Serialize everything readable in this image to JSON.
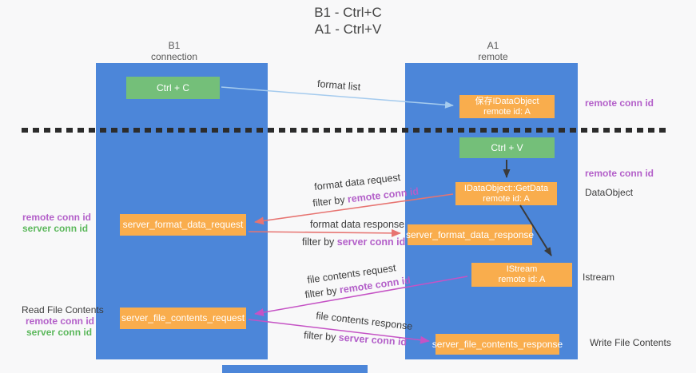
{
  "title": {
    "line1": "B1 - Ctrl+C",
    "line2": "A1 - Ctrl+V"
  },
  "lanes": {
    "left": {
      "name": "B1",
      "subtitle": "connection"
    },
    "right": {
      "name": "A1",
      "subtitle": "remote"
    }
  },
  "nodes": {
    "ctrl_c": {
      "label": "Ctrl + C"
    },
    "save_dataobject": {
      "line1": "保存IDataObject",
      "line2": "remote id: A"
    },
    "ctrl_v": {
      "label": "Ctrl + V"
    },
    "getdata": {
      "line1": "IDataObject::GetData",
      "line2": "remote id: A"
    },
    "format_request": {
      "label": "server_format_data_request"
    },
    "format_response": {
      "label": "server_format_data_response"
    },
    "istream": {
      "line1": "IStream",
      "line2": "remote id: A"
    },
    "file_request": {
      "label": "server_file_contents_request"
    },
    "file_response": {
      "label": "server_file_contents_response"
    }
  },
  "flow_labels": {
    "format_list": "format list",
    "format_data_request": "format data request",
    "format_data_response": "format data response",
    "file_contents_request": "file contents request",
    "file_contents_response": "file contents response",
    "filter_by": "filter by ",
    "remote_conn_id": "remote conn id",
    "server_conn_id": "server conn id"
  },
  "side_labels": {
    "left": [
      {
        "text": "remote conn id"
      },
      {
        "text": "server conn id"
      },
      {
        "text": "Read File Contents"
      },
      {
        "text": "remote conn id"
      },
      {
        "text": "server conn id"
      }
    ],
    "right": [
      {
        "text": "remote conn id"
      },
      {
        "text": "remote conn id"
      },
      {
        "text": "DataObject"
      },
      {
        "text": "Istream"
      },
      {
        "text": "Write File Contents"
      }
    ]
  },
  "colors": {
    "lane_blue": "#4c86d9",
    "node_green": "#74bf79",
    "node_orange": "#f9ad4d",
    "arrow_red": "#e77471",
    "arrow_magenta": "#c553c5",
    "arrow_light_blue": "#a5cbee",
    "arrow_black": "#3a3a3a",
    "label_purple": "#b35fc9",
    "label_green": "#5cb85c",
    "dashed_divider": "#2c2c2c"
  }
}
